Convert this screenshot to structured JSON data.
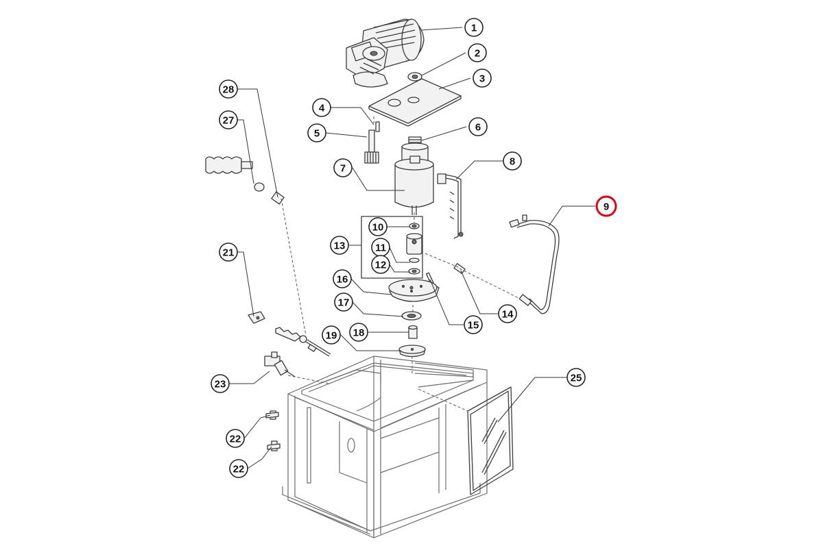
{
  "diagram": {
    "highlight_color": "#d0021b",
    "highlighted_callout": "9",
    "callouts": [
      "1",
      "2",
      "3",
      "4",
      "5",
      "6",
      "7",
      "8",
      "9",
      "10",
      "11",
      "12",
      "13",
      "14",
      "15",
      "16",
      "17",
      "18",
      "19",
      "21",
      "22",
      "22",
      "23",
      "25",
      "27",
      "28"
    ]
  }
}
